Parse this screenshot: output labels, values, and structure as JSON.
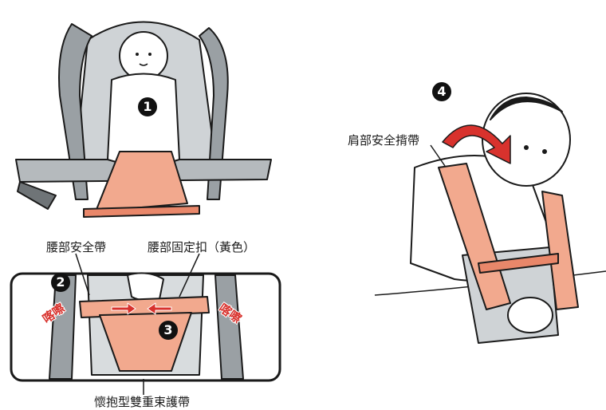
{
  "steps": {
    "s1": "1",
    "s2": "2",
    "s3": "3",
    "s4": "4"
  },
  "labels": {
    "waist_belt": "腰部安全帶",
    "waist_buckle": "腰部固定扣（黃色）",
    "shoulder_strap": "肩部安全揹帶",
    "hip_strap": "懷抱型雙重束護帶",
    "click": "喀嚓"
  },
  "colors": {
    "strap_salmon": "#f2a98e",
    "strap_orange": "#e9876a",
    "carrier_gray": "#9aa0a4",
    "arrow_red": "#d8322d",
    "outline": "#1a1a1a"
  }
}
